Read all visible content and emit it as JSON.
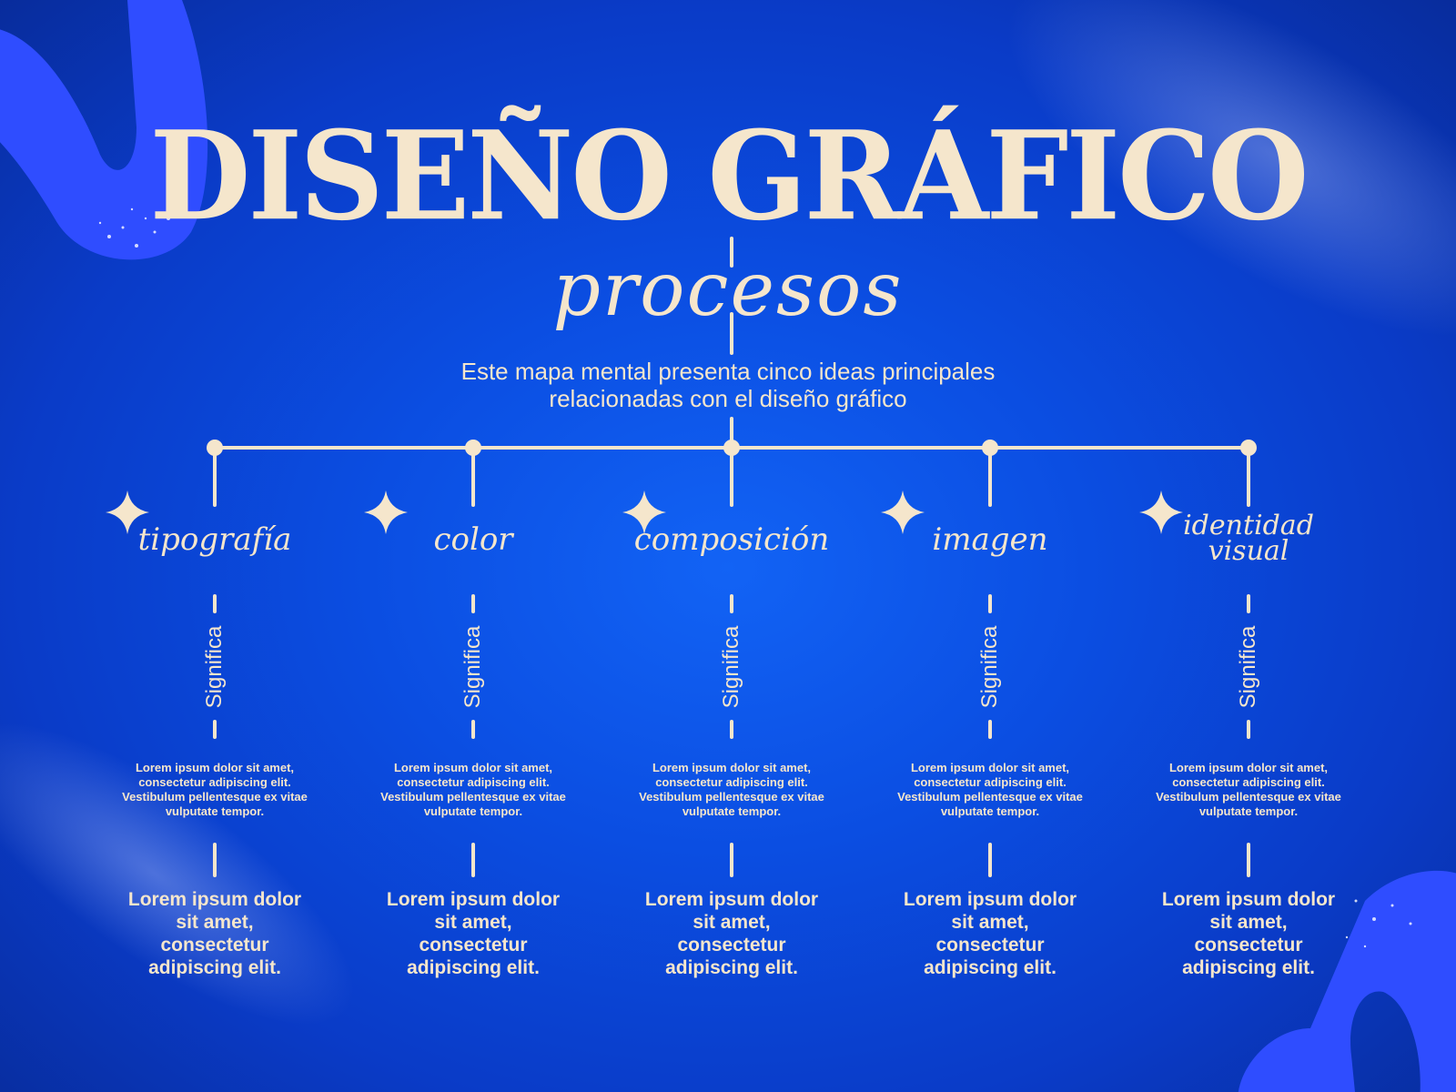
{
  "title": "DISEÑO GRÁFICO",
  "subtitle": "procesos",
  "description": "Este mapa mental presenta cinco ideas principales relacionadas con el diseño gráfico",
  "colors": {
    "background": "#0b4ee2",
    "text": "#f5e6cc",
    "decoration": "#2f4dff"
  },
  "branches": [
    {
      "title": "tipografía",
      "connector": "Significa",
      "small_text": "Lorem ipsum dolor sit amet, consectetur adipiscing elit. Vestibulum pellentesque ex vitae vulputate tempor.",
      "big_text": "Lorem ipsum dolor sit amet, consectetur adipiscing elit."
    },
    {
      "title": "color",
      "connector": "Significa",
      "small_text": "Lorem ipsum dolor sit amet, consectetur adipiscing elit. Vestibulum pellentesque ex vitae vulputate tempor.",
      "big_text": "Lorem ipsum dolor sit amet, consectetur adipiscing elit."
    },
    {
      "title": "composición",
      "connector": "Significa",
      "small_text": "Lorem ipsum dolor sit amet, consectetur adipiscing elit. Vestibulum pellentesque ex vitae vulputate tempor.",
      "big_text": "Lorem ipsum dolor sit amet, consectetur adipiscing elit."
    },
    {
      "title": "imagen",
      "connector": "Significa",
      "small_text": "Lorem ipsum dolor sit amet, consectetur adipiscing elit. Vestibulum pellentesque ex vitae vulputate tempor.",
      "big_text": "Lorem ipsum dolor sit amet, consectetur adipiscing elit."
    },
    {
      "title": "identidad visual",
      "connector": "Significa",
      "small_text": "Lorem ipsum dolor sit amet, consectetur adipiscing elit. Vestibulum pellentesque ex vitae vulputate tempor.",
      "big_text": "Lorem ipsum dolor sit amet, consectetur adipiscing elit."
    }
  ]
}
